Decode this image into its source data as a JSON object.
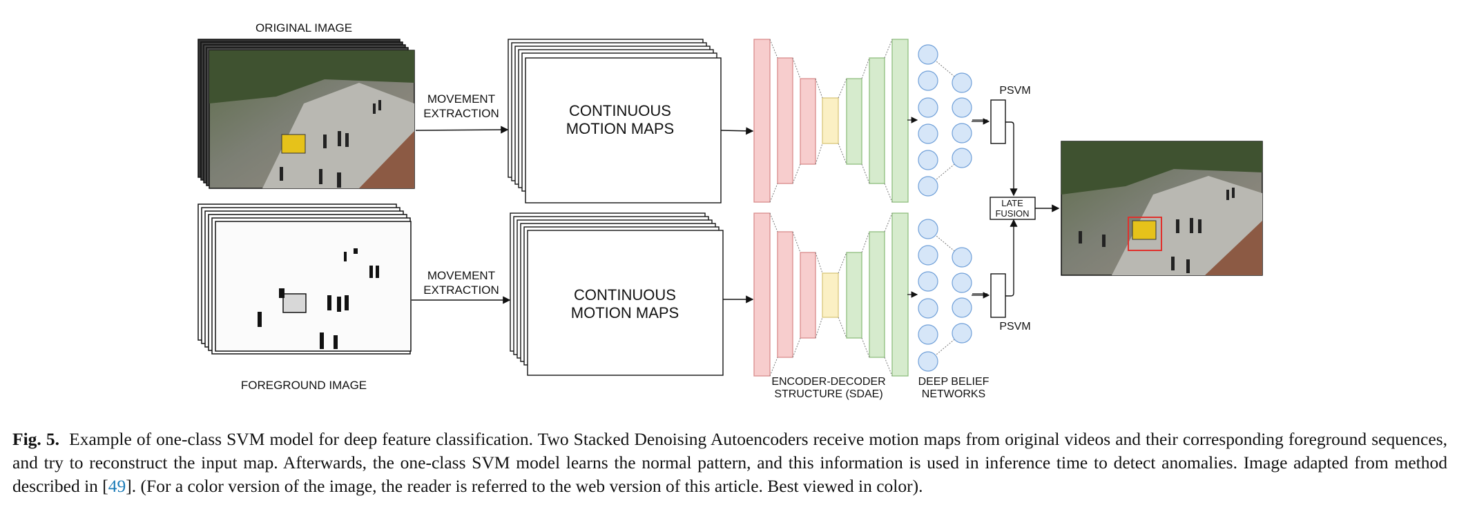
{
  "labels": {
    "original_image": "ORIGINAL IMAGE",
    "foreground_image": "FOREGROUND IMAGE",
    "movement_extraction_1": "MOVEMENT",
    "movement_extraction_2": "EXTRACTION",
    "cmm_line1": "CONTINUOUS",
    "cmm_line2": "MOTION MAPS",
    "psvm": "PSVM",
    "late_fusion_1": "LATE",
    "late_fusion_2": "FUSION",
    "encoder_1": "ENCODER-DECODER",
    "encoder_2": "STRUCTURE (SDAE)",
    "dbn_1": "DEEP BELIEF",
    "dbn_2": "NETWORKS"
  },
  "colors": {
    "encoder": "#f7cdcd",
    "encoder_stroke": "#d98b8b",
    "bottleneck": "#fbf0c4",
    "bottleneck_stroke": "#d9c77a",
    "decoder": "#d6ebcd",
    "decoder_stroke": "#8fbe7e",
    "neuron": "#d6e6f8",
    "neuron_stroke": "#6f9fd8",
    "detection_box": "#e0302c"
  },
  "caption": {
    "fig_label": "Fig. 5.",
    "text_1": "Example of one-class SVM model for deep feature classification. Two Stacked Denoising Autoencoders receive motion maps from original videos and their corresponding foreground sequences, and try to reconstruct the input map. Afterwards, the one-class SVM model learns the normal pattern, and this information is used in inference time to detect anomalies. Image adapted from method described in [",
    "ref": "49",
    "text_2": "]. (For a color version of the image, the reader is referred to the web version of this article. Best viewed in color)."
  }
}
